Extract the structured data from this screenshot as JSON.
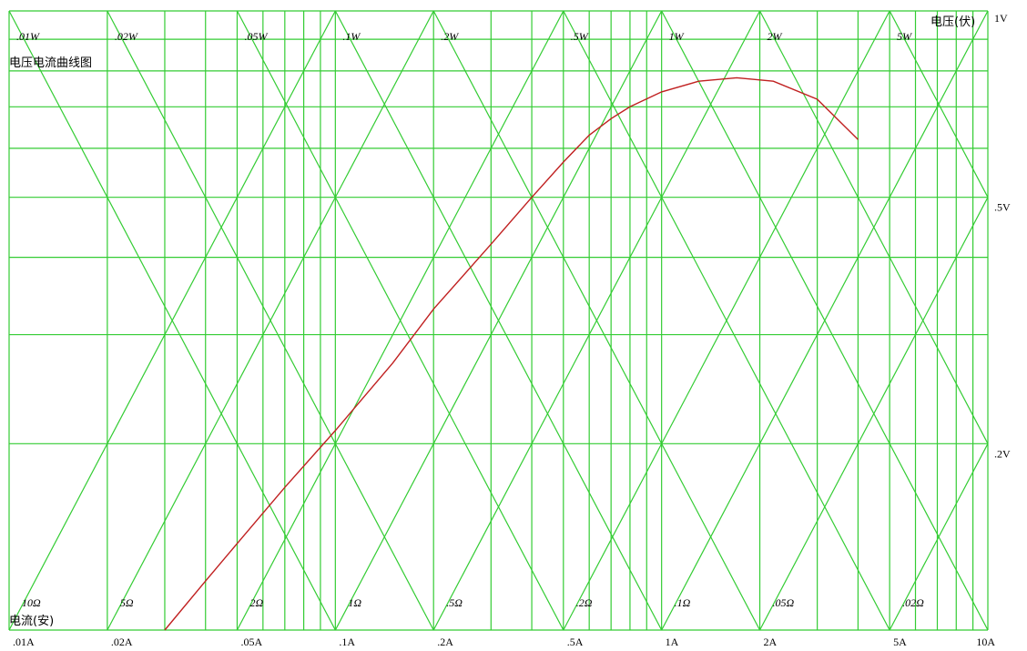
{
  "window": {
    "title": "电压电流曲线图"
  },
  "chart_data": {
    "type": "line",
    "title": "电压电流曲线图",
    "xlabel": "电流(安)",
    "ylabel": "电压(伏)",
    "x_scale": "log",
    "y_scale": "log",
    "xlim": [
      0.01,
      10
    ],
    "ylim": [
      0.1,
      1
    ],
    "grid": true,
    "x_ticks": [
      {
        "value": 0.01,
        "label": ".01A"
      },
      {
        "value": 0.02,
        "label": ".02A"
      },
      {
        "value": 0.05,
        "label": ".05A"
      },
      {
        "value": 0.1,
        "label": ".1A"
      },
      {
        "value": 0.2,
        "label": ".2A"
      },
      {
        "value": 0.5,
        "label": ".5A"
      },
      {
        "value": 1,
        "label": "1A"
      },
      {
        "value": 2,
        "label": "2A"
      },
      {
        "value": 5,
        "label": "5A"
      },
      {
        "value": 10,
        "label": "10A"
      }
    ],
    "y_ticks": [
      {
        "value": 1,
        "label": "1V"
      },
      {
        "value": 0.5,
        "label": ".5V"
      },
      {
        "value": 0.2,
        "label": ".2V"
      }
    ],
    "power_labels": [
      {
        "value": 0.01,
        "label": ".01W"
      },
      {
        "value": 0.02,
        "label": ".02W"
      },
      {
        "value": 0.05,
        "label": ".05W"
      },
      {
        "value": 0.1,
        "label": ".1W"
      },
      {
        "value": 0.2,
        "label": ".2W"
      },
      {
        "value": 0.5,
        "label": ".5W"
      },
      {
        "value": 1,
        "label": "1W"
      },
      {
        "value": 2,
        "label": "2W"
      },
      {
        "value": 5,
        "label": "5W"
      }
    ],
    "resistance_labels": [
      {
        "value": 10,
        "label": "10Ω"
      },
      {
        "value": 5,
        "label": "5Ω"
      },
      {
        "value": 2,
        "label": "2Ω"
      },
      {
        "value": 1,
        "label": "1Ω"
      },
      {
        "value": 0.5,
        "label": ".5Ω"
      },
      {
        "value": 0.2,
        "label": ".2Ω"
      },
      {
        "value": 0.1,
        "label": ".1Ω"
      },
      {
        "value": 0.05,
        "label": ".05Ω"
      },
      {
        "value": 0.02,
        "label": ".02Ω"
      }
    ],
    "series": [
      {
        "x": [
          0.03,
          0.04,
          0.05,
          0.07,
          0.1,
          0.15,
          0.2,
          0.3,
          0.4,
          0.5,
          0.6,
          0.7,
          0.8,
          1.0,
          1.3,
          1.7,
          2.2,
          3.0,
          4.0
        ],
        "y": [
          0.1,
          0.12,
          0.138,
          0.17,
          0.21,
          0.27,
          0.33,
          0.42,
          0.5,
          0.57,
          0.63,
          0.67,
          0.7,
          0.74,
          0.77,
          0.78,
          0.77,
          0.72,
          0.62
        ]
      }
    ],
    "colors": {
      "grid": "#33cc33",
      "curve": "#c02020",
      "background": "#ffffff"
    }
  }
}
